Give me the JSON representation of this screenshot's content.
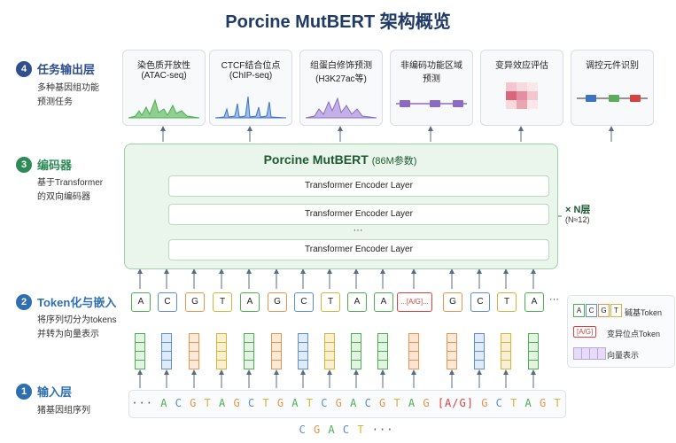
{
  "title": "Porcine MutBERT 架构概览",
  "steps": [
    {
      "num": "4",
      "title": "任务输出层",
      "desc1": "多种基因组功能",
      "desc2": "预测任务",
      "color": "#2f4f8f"
    },
    {
      "num": "3",
      "title": "编码器",
      "desc1": "基于Transformer",
      "desc2": "的双向编码器",
      "color": "#2e8b57"
    },
    {
      "num": "2",
      "title": "Token化与嵌入",
      "desc1": "将序列切分为tokens",
      "desc2": "并转为向量表示",
      "color": "#2f6fb0"
    },
    {
      "num": "1",
      "title": "输入层",
      "desc1": "猪基因组序列",
      "desc2": "",
      "color": "#2f6fb0"
    }
  ],
  "tasks": [
    {
      "line1": "染色质开放性",
      "line2": "(ATAC-seq)",
      "icon": "green-peaks-icon",
      "color": "#5aae5a"
    },
    {
      "line1": "CTCF结合位点",
      "line2": "(ChIP-seq)",
      "icon": "blue-peaks-icon",
      "color": "#3b74c4"
    },
    {
      "line1": "组蛋白修饰预测",
      "line2": "(H3K27ac等)",
      "icon": "purple-peaks-icon",
      "color": "#8a6ac4"
    },
    {
      "line1": "非编码功能区域",
      "line2": "预测",
      "icon": "region-track-icon",
      "color": "#8a6ac4"
    },
    {
      "line1": "变异效应评估",
      "line2": "",
      "icon": "heatmap-icon",
      "color": "#d9667a"
    },
    {
      "line1": "调控元件识别",
      "line2": "",
      "icon": "element-track-icon",
      "color": "#3b74c4"
    }
  ],
  "encoder": {
    "title": "Porcine MutBERT",
    "params": "(86M参数)",
    "layers": [
      "Transformer Encoder Layer",
      "Transformer Encoder Layer",
      "Transformer Encoder Layer"
    ],
    "dots": "···",
    "n_label": "× N层",
    "n_value": "(N≈12)"
  },
  "tokens": [
    "A",
    "C",
    "G",
    "T",
    "A",
    "G",
    "C",
    "T",
    "A",
    "A",
    "...[A/G]...",
    "G",
    "C",
    "T",
    "A"
  ],
  "token_ellipsis": "···",
  "sequence": {
    "prefix": "···",
    "bases": [
      "A",
      "C",
      "G",
      "T",
      "A",
      "G",
      "C",
      "T",
      "G",
      "A",
      "T",
      "C",
      "G",
      "A",
      "C",
      "G",
      "T",
      "A",
      "G"
    ],
    "variant": "[A/G]",
    "bases2": [
      "G",
      "C",
      "T",
      "A",
      "G",
      "T",
      "C",
      "G",
      "A",
      "C",
      "T"
    ],
    "suffix": "···"
  },
  "legend": {
    "base_tokens": [
      "A",
      "C",
      "G",
      "T"
    ],
    "base_label": "碱基Token",
    "variant_token": "[A/G]",
    "variant_label": "变异位点Token",
    "vector_label": "向量表示"
  },
  "colors": {
    "A": "#4caf50",
    "C": "#5b8fd6",
    "G": "#e8944a",
    "T": "#d4b53a",
    "variant": "#d94040",
    "title": "#1f3a66"
  }
}
